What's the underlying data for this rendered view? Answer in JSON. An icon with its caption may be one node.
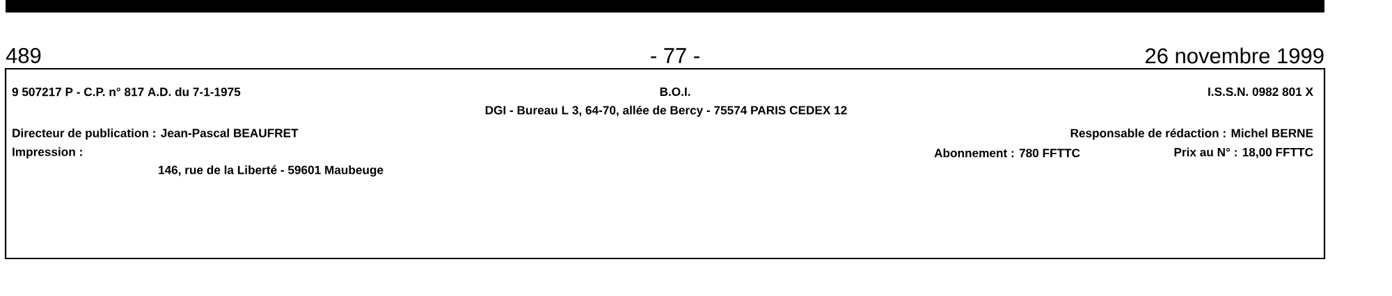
{
  "diagram": {
    "nodes": [
      {
        "text": [
          "9 507217 P - C.P. n° 817 A.D. du 7-1-1975",
          "B.O.I.",
          "I.S.S.N. 0982 801 X",
          "DGI - Bureau L 3, 64-70, allée de Bercy - 75574 PARIS CEDEX 12",
          "Directeur de publication : Jean-Pascal BEAUFRET",
          "Responsable de rédaction : Michel BERNE",
          "Impression :",
          "Abonnement : 780 FFTTC",
          "Prix au N° : 18,00 FFTTC",
          "146, rue de la Liberté - 59601 Maubeuge"
        ]
      }
    ],
    "labels": [
      "489",
      "- 77 -",
      "26 novembre 1999"
    ]
  }
}
